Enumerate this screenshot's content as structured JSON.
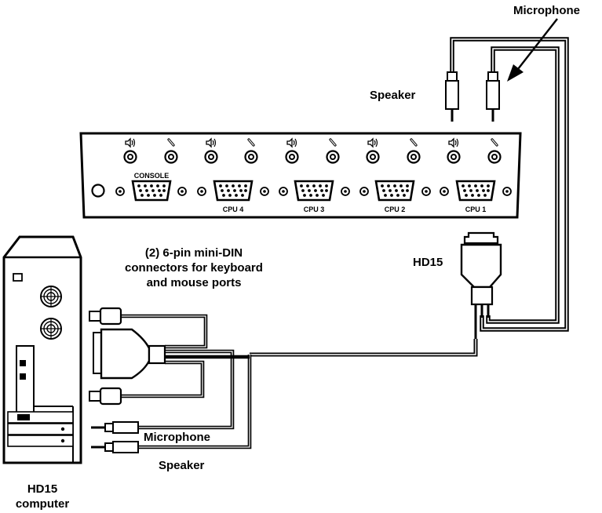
{
  "labels": {
    "microphone_top": "Microphone",
    "speaker_top": "Speaker",
    "console": "CONSOLE",
    "cpu4": "CPU 4",
    "cpu3": "CPU 3",
    "cpu2": "CPU 2",
    "cpu1": "CPU 1",
    "hd15_right": "HD15",
    "minidin_line1": "(2) 6-pin mini-DIN",
    "minidin_line2": "connectors for keyboard",
    "minidin_line3": "and mouse ports",
    "microphone_bottom": "Microphone",
    "speaker_bottom": "Speaker",
    "computer_line1": "HD15",
    "computer_line2": "computer"
  },
  "icons": {
    "speaker_jack": "speaker-icon",
    "mic_jack": "microphone-icon"
  },
  "colors": {
    "ink": "#000000",
    "paper": "#ffffff"
  }
}
